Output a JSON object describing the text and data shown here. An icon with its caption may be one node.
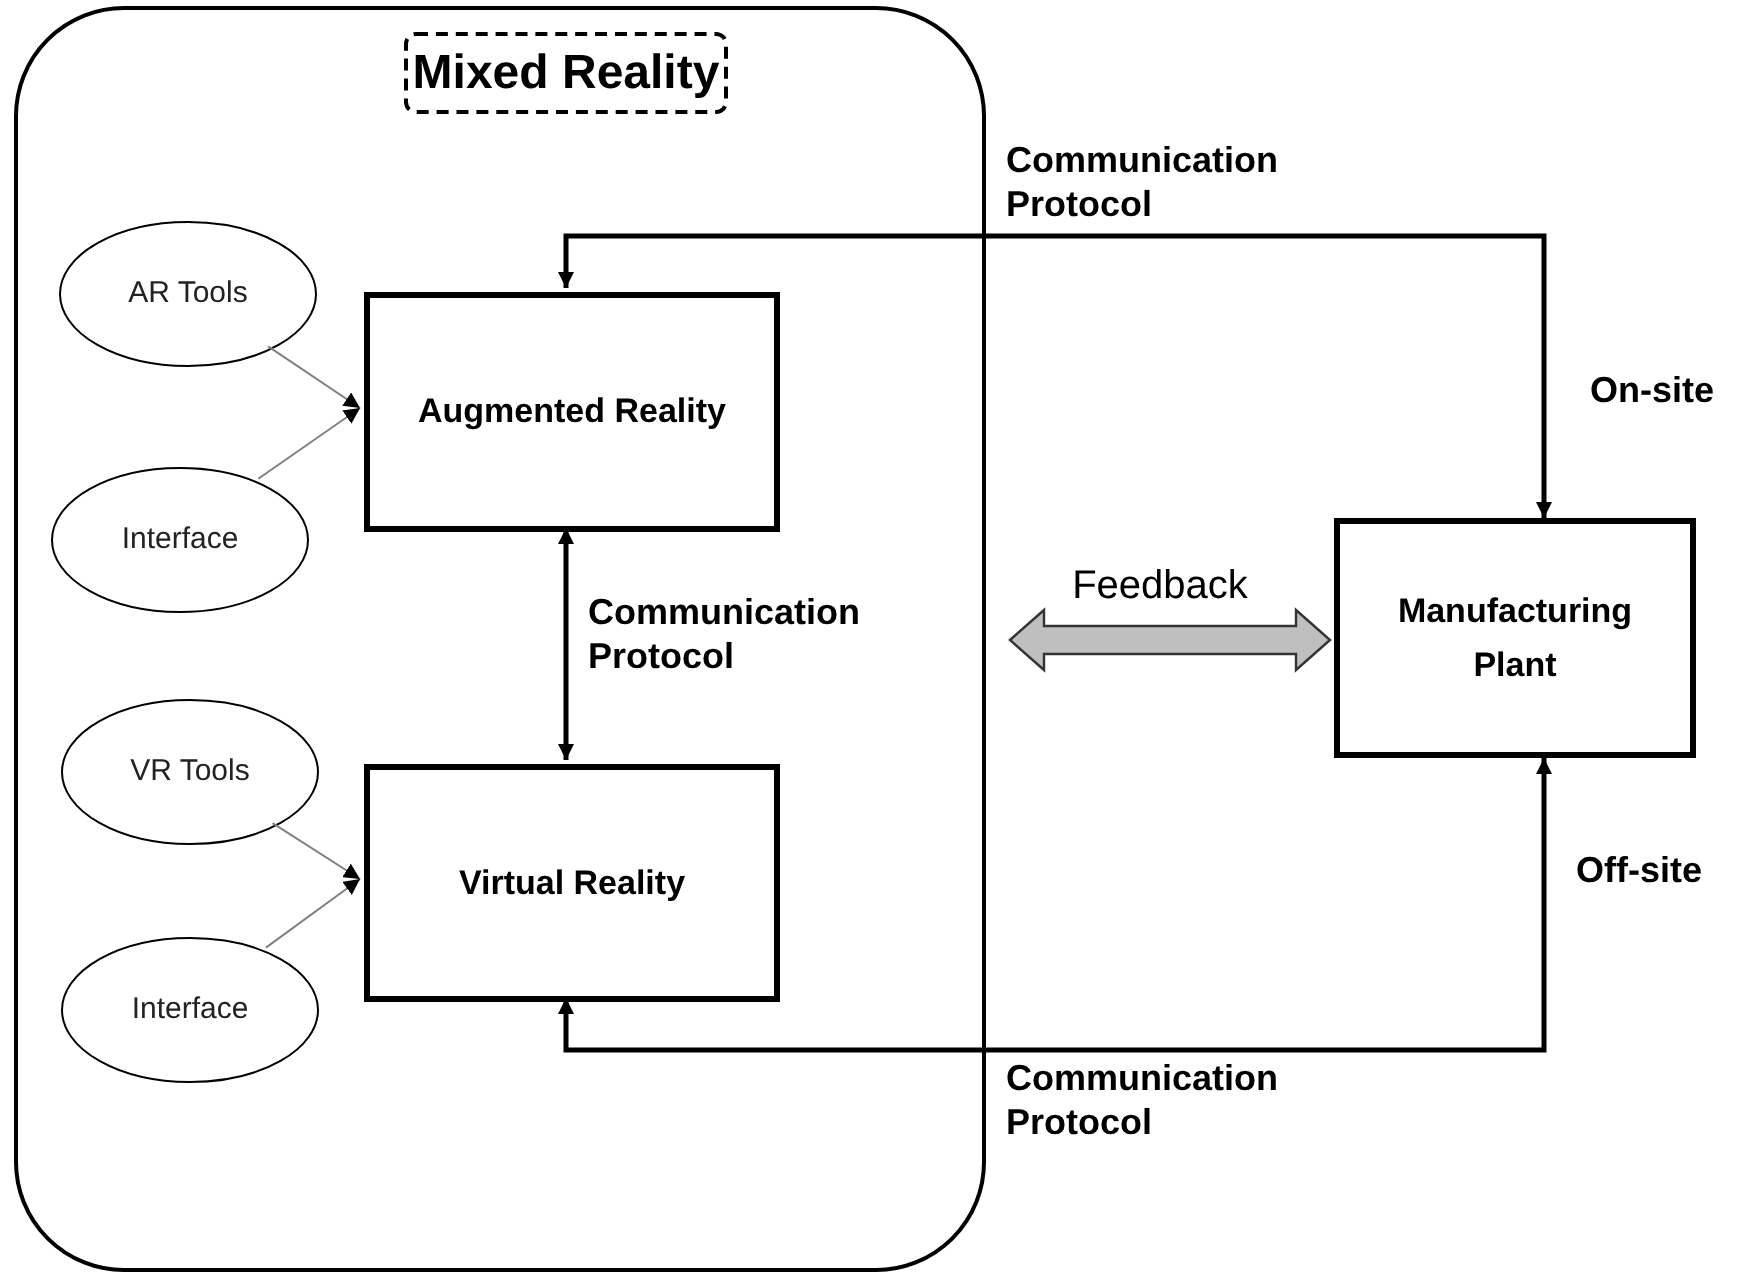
{
  "diagram": {
    "nodes": [
      {
        "text": [
          "Mixed Reality"
        ]
      },
      {
        "text": [
          "AR Tools"
        ],
        "in": 0
      },
      {
        "text": [
          "Interface"
        ],
        "in": 0
      },
      {
        "text": [
          "Augmented Reality"
        ],
        "in": 0
      },
      {
        "text": [
          "VR Tools"
        ],
        "in": 0
      },
      {
        "text": [
          "Interface"
        ],
        "in": 0
      },
      {
        "text": [
          "Virtual Reality"
        ],
        "in": 0
      },
      {
        "text": [
          "Manufacturing Plant"
        ]
      }
    ],
    "edges": [
      {
        "from": 1,
        "to": 3,
        "arrow": "to"
      },
      {
        "from": 2,
        "to": 3,
        "arrow": "to"
      },
      {
        "from": 4,
        "to": 6,
        "arrow": "to"
      },
      {
        "from": 5,
        "to": 6,
        "arrow": "to"
      },
      {
        "from": 3,
        "to": 6,
        "arrow": "both",
        "label": "Communication Protocol",
        "style": "thick",
        "color": "#000000"
      },
      {
        "from": 3,
        "to": 7,
        "arrow": "both",
        "label": "Communication Protocol",
        "style": "thick",
        "color": "#000000"
      },
      {
        "from": 6,
        "to": 7,
        "arrow": "both",
        "label": "Communication Protocol",
        "style": "thick",
        "color": "#000000"
      },
      {
        "from": null,
        "to": 7,
        "arrow": "both",
        "label": "Feedback",
        "style": "thick",
        "color": "#bfbfbf"
      }
    ],
    "labels": [
      "On-site",
      "Off-site"
    ]
  }
}
